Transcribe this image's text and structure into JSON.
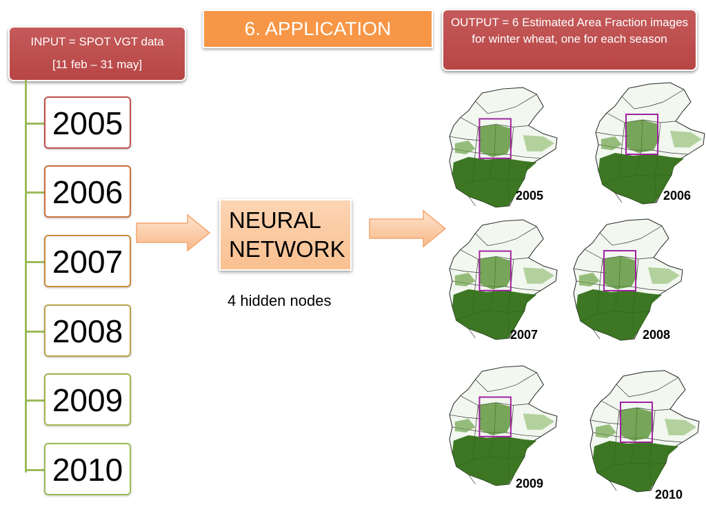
{
  "title": "6. APPLICATION",
  "input": {
    "line1": "INPUT = SPOT VGT data",
    "line2": "[11 feb – 31 may]"
  },
  "output": {
    "text": "OUTPUT = 6 Estimated Area Fraction images for winter wheat, one for each season"
  },
  "years": [
    "2005",
    "2006",
    "2007",
    "2008",
    "2009",
    "2010"
  ],
  "neural_network": {
    "line1": "NEURAL",
    "line2": "NETWORK",
    "note": "4 hidden nodes"
  },
  "maps": [
    "2005",
    "2006",
    "2007",
    "2008",
    "2009",
    "2010"
  ],
  "colors": {
    "title": "#f79646",
    "header": "#c0504d",
    "timeline": "#9bbb59",
    "box": "#fac090",
    "wheat": "#2e6b12",
    "roi": "#a020a0"
  }
}
